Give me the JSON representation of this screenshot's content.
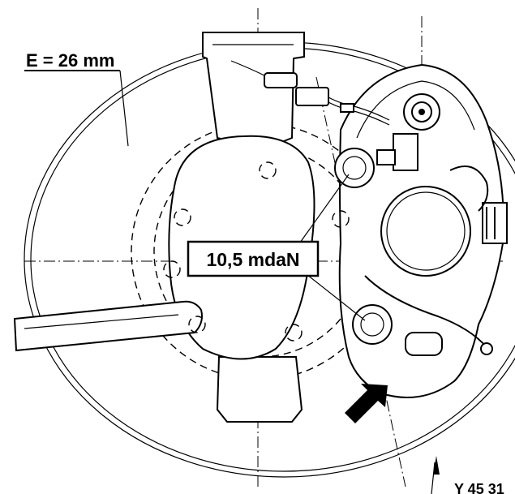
{
  "labels": {
    "dimension": "E = 26 mm",
    "torque": "10,5 mdaN",
    "ref_code": "Y 45 31"
  },
  "colors": {
    "line": "#000000",
    "background": "#ffffff"
  }
}
